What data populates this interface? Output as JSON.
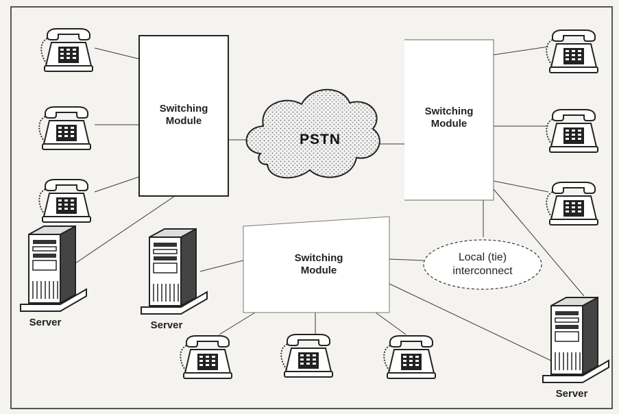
{
  "diagram": {
    "modules": {
      "left": "Switching\nModule",
      "right": "Switching\nModule",
      "bottom": "Switching\nModule"
    },
    "cloud_label": "PSTN",
    "interconnect_label": "Local (tie)\ninterconnect",
    "server_labels": [
      "Server",
      "Server",
      "Server"
    ],
    "icons": {
      "telephone": "telephone-icon",
      "server": "server-tower-icon",
      "cloud": "pstn-cloud"
    },
    "colors": {
      "line": "#3a3a3a",
      "background": "#f4f3ef",
      "module_fill": "#ffffff"
    }
  }
}
